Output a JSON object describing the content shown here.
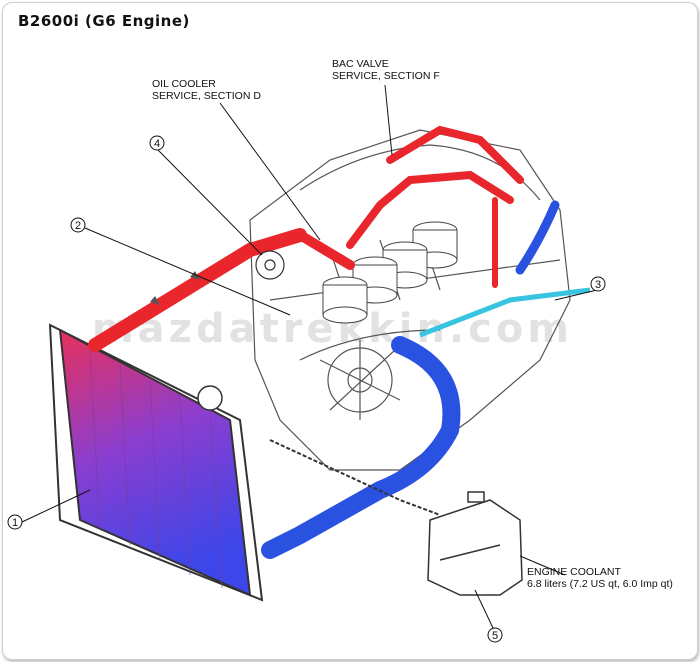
{
  "title": "B2600i (G6 Engine)",
  "watermark": "mazdatrekkin.com",
  "labels": {
    "oil_cooler": [
      "OIL COOLER",
      "SERVICE, SECTION D"
    ],
    "bac_valve": [
      "BAC VALVE",
      "SERVICE, SECTION F"
    ],
    "engine_coolant": [
      "ENGINE COOLANT",
      "6.8 liters (7.2 US qt, 6.0 Imp qt)"
    ]
  },
  "callouts": [
    "1",
    "2",
    "3",
    "4",
    "5"
  ],
  "colors": {
    "hot": "#e8262b",
    "cold": "#2a52e0",
    "warm_pipe": "#38c4e0",
    "radiator_top": "#e8305a",
    "radiator_bottom": "#3d46e8"
  }
}
